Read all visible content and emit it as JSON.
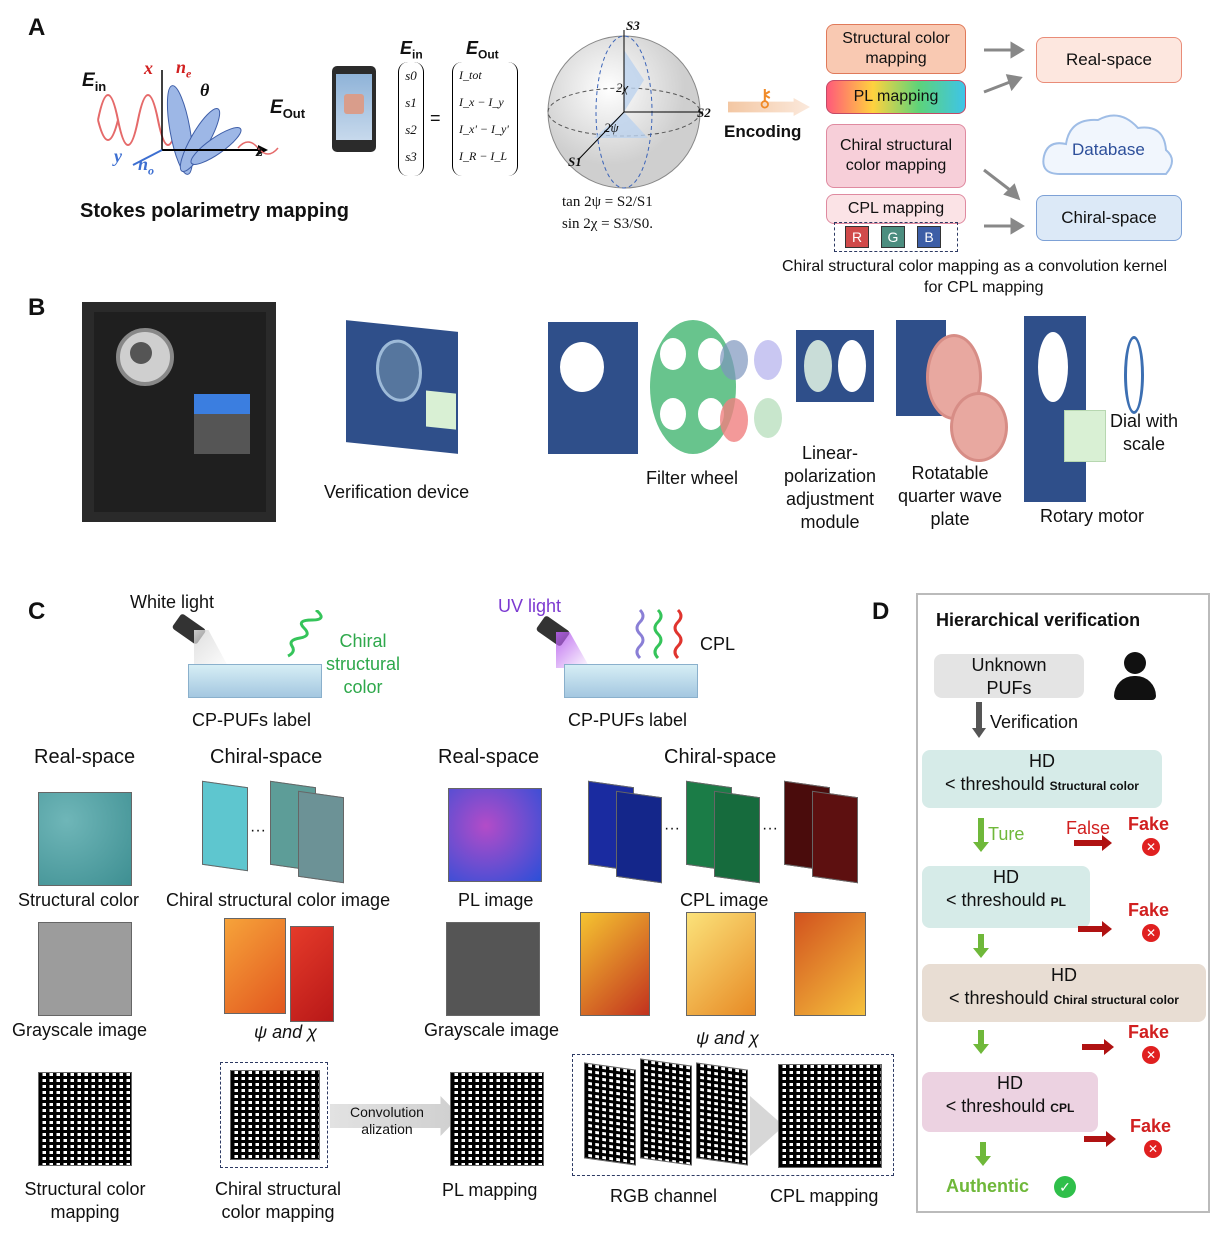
{
  "panels": {
    "a": "A",
    "b": "B",
    "c": "C",
    "d": "D"
  },
  "panel_a": {
    "e_in": "E",
    "e_in_sub": "in",
    "e_out": "E",
    "e_out_sub": "Out",
    "axis_x": "x",
    "axis_y": "y",
    "axis_z": "z",
    "n_e": "n",
    "n_e_sub": "e",
    "n_o": "n",
    "n_o_sub": "o",
    "theta": "θ",
    "stokes_title": "Stokes polarimetry mapping",
    "matrix_ein": "E",
    "matrix_ein_sub": "in",
    "matrix_eout": "E",
    "matrix_eout_sub": "Out",
    "stokes_vec": [
      "s0",
      "s1",
      "s2",
      "s3"
    ],
    "intensity_vec": [
      "I_tot",
      "I_x − I_y",
      "I_x' − I_y'",
      "I_R − I_L"
    ],
    "sphere_s1": "S1",
    "sphere_s2": "S2",
    "sphere_s3": "S3",
    "sphere_2chi": "2χ",
    "sphere_2psi": "2ψ",
    "eq1": "tan 2ψ = S2/S1",
    "eq2": "sin 2χ = S3/S0.",
    "encoding": "Encoding",
    "map_structural": "Structural color mapping",
    "map_pl": "PL mapping",
    "map_chiral": "Chiral structural color mapping",
    "map_cpl": "CPL mapping",
    "rgb": [
      "R",
      "G",
      "B"
    ],
    "real_space": "Real-space",
    "database": "Database",
    "chiral_space": "Chiral-space",
    "kernel_note_1": "Chiral structural color mapping as a convolution kernel",
    "kernel_note_2": "for CPL mapping"
  },
  "panel_b": {
    "verification_device": "Verification device",
    "filter_wheel": "Filter wheel",
    "linear_module": "Linear-\npolarization\nadjustment\nmodule",
    "qwp": "Rotatable\nquarter wave\nplate",
    "rotary_motor": "Rotary motor",
    "dial": "Dial with\nscale"
  },
  "panel_c": {
    "white_light": "White light",
    "chiral_sc": "Chiral\nstructural\ncolor",
    "uv_light": "UV light",
    "cpl": "CPL",
    "label_left": "CP-PUFs label",
    "label_right": "CP-PUFs label",
    "hdr_real_1": "Real-space",
    "hdr_chiral_1": "Chiral-space",
    "hdr_real_2": "Real-space",
    "hdr_chiral_2": "Chiral-space",
    "cap_structural_color": "Structural color",
    "cap_chiral_sc_image": "Chiral structural color image",
    "cap_pl_image": "PL image",
    "cap_cpl_image": "CPL image",
    "cap_gray_1": "Grayscale image",
    "cap_psichi_1": "ψ and χ",
    "cap_gray_2": "Grayscale image",
    "cap_psichi_2": "ψ and χ",
    "cap_sc_mapping": "Structural color\nmapping",
    "cap_chiral_mapping": "Chiral structural\ncolor mapping",
    "convolution": "Convolution\nalization",
    "cap_pl_mapping": "PL mapping",
    "cap_rgb_channel": "RGB channel",
    "cap_cpl_mapping": "CPL mapping",
    "dots": "···"
  },
  "panel_d": {
    "title": "Hierarchical verification",
    "unknown": "Unknown\nPUFs",
    "verification": "Verification",
    "hd": "HD",
    "threshold": "< threshould",
    "sub1": "Structural color",
    "sub2": "PL",
    "sub3": "Chiral structural color",
    "sub4": "CPL",
    "ture": "Ture",
    "false": "False",
    "fake": "Fake",
    "authentic": "Authentic"
  },
  "colors": {
    "structural_box": "#f9c9b2",
    "pl_box_start": "#ff5a7a",
    "pl_box_end": "#3ec4e8",
    "chiral_box": "#f7cfd9",
    "cpl_box": "#fbe3e6",
    "real_box": "#fde7df",
    "chiral_space_box": "#dce9f7",
    "device_blue": "#2f4f8a",
    "d_box1": "#d6ebe8",
    "d_box2": "#d6ebe8",
    "d_box3": "#e8ddd3",
    "d_box4": "#ecd2e1",
    "fake_red": "#d12020",
    "green": "#6fb83a"
  }
}
